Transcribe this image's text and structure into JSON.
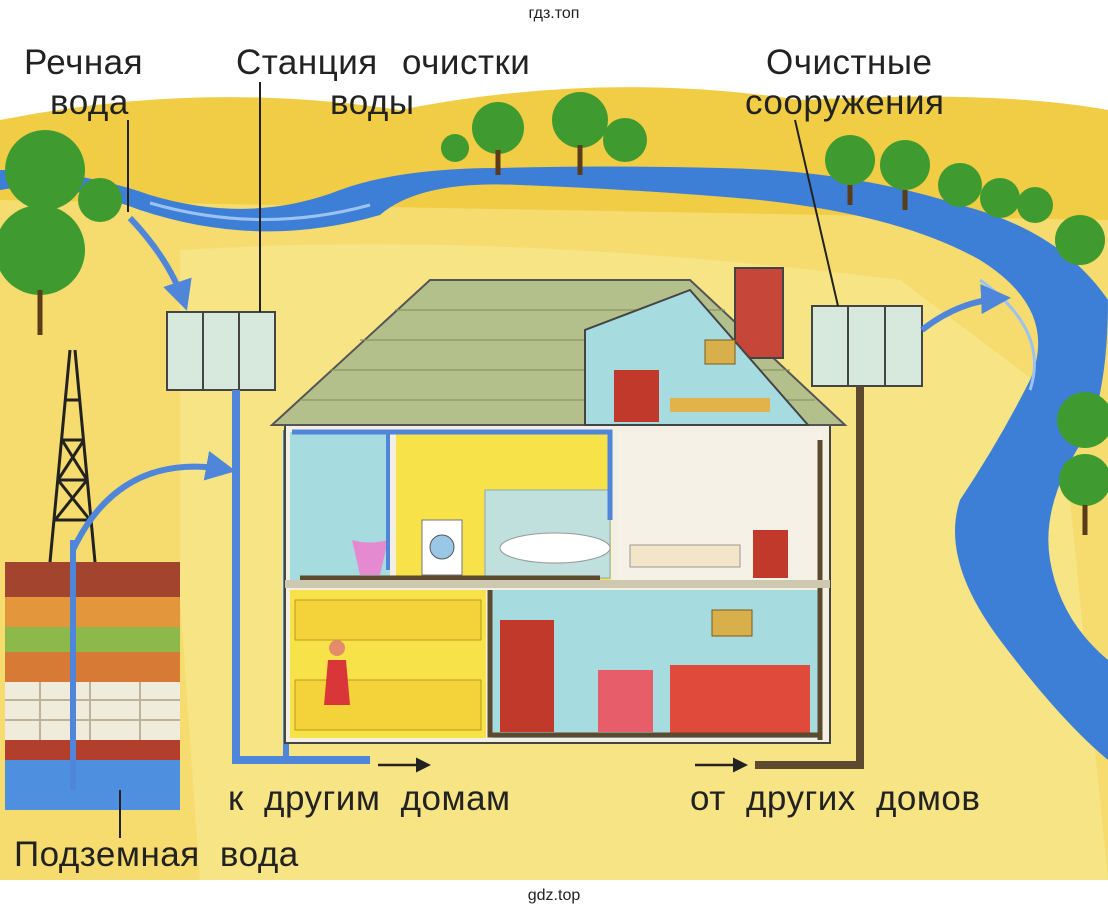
{
  "watermarks": {
    "top": "гдз.топ",
    "bottom": "gdz.top"
  },
  "labels": {
    "river_water_line1": "Речная",
    "river_water_line2": "вода",
    "station_line1": "Станция очистки",
    "station_line2": "воды",
    "treatment_line1": "Очистные",
    "treatment_line2": "сооружения",
    "to_other_houses": "к другим домам",
    "from_other_houses": "от других домов",
    "ground_water": "Подземная вода"
  },
  "colors": {
    "river": "#3d7fd6",
    "sand": "#f6dc6e",
    "grass": "#e8c43c",
    "pipe_clean": "#4f86d9",
    "pipe_waste": "#5b4a2e",
    "roof": "#b4c08c",
    "walls": "#f3efe2",
    "tree": "#3f9b2f"
  }
}
